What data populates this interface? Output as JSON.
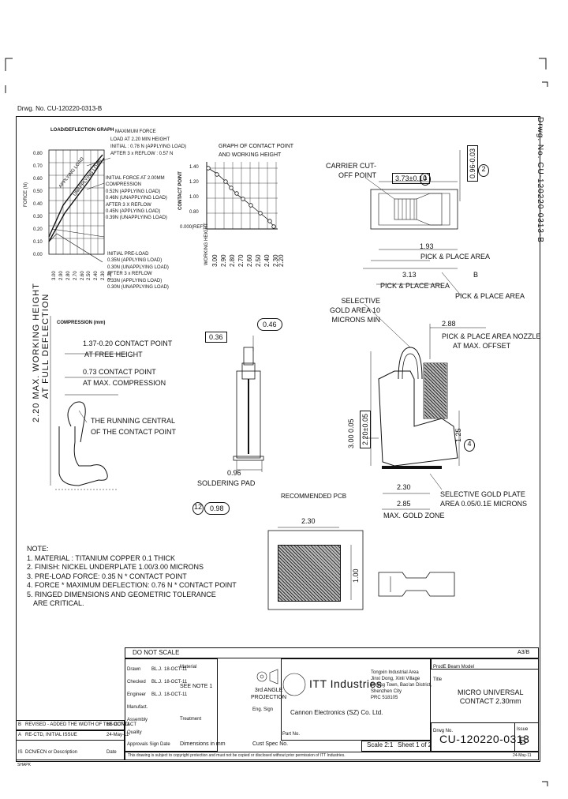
{
  "drawing_number_label": "Drwg. No. CU-120220-0313-B",
  "side_label": "Drwg. No. CU-120220-0313-B",
  "graphs": {
    "load_title": "LOAD/DEFLECTION GRAPH",
    "max_force_label": "MAXIMUM FORCE",
    "load_notes": [
      "LOAD AT 2.20 MIN HEIGHT",
      "INITIAL : 0.78 N (APPLYING LOAD)",
      "AFTER 3 x REFLOW : 0.57 N"
    ],
    "initial_force_notes": [
      "INITIAL FORCE AT 2.00MM",
      "COMPRESSION",
      "0.52N (APPLYING LOAD)",
      "0.46N (UNAPPLYING LOAD)",
      "AFTER 3 X REFLOW",
      "0.45N (APPLYING LOAD)",
      "0.39N (UNAPPLYING LOAD)"
    ],
    "preload_notes": [
      "INITIAL PRE-LOAD",
      "0.35N (APPLYING LOAD)",
      "0.30N (UNAPPLYING LOAD)",
      "AFTER 3 x REFLOW",
      "0.33N (APPLYING LOAD)",
      "0.30N (UNAPPLYING LOAD)"
    ],
    "y_axis_label": "FORCE (N)",
    "y_ticks": [
      "0.80",
      "0.70",
      "0.60",
      "0.50",
      "0.40",
      "0.30",
      "0.20",
      "0.10",
      "0.00"
    ],
    "x_ticks": [
      "3.00",
      "2.90",
      "2.80",
      "2.70",
      "2.60",
      "2.50",
      "2.40",
      "2.30",
      "2.20"
    ],
    "compression_label": "COMPRESSION (mm)",
    "contact_title": [
      "GRAPH OF CONTACT POINT",
      "AND WORKING HEIGHT"
    ],
    "contact_y_label": "CONTACT POINT",
    "contact_y_ticks": [
      "1.40",
      "1.20",
      "1.00",
      "0.80",
      "0.000(REF)"
    ],
    "contact_x_ticks": [
      "3.00",
      "2.90",
      "2.80",
      "2.70",
      "2.60",
      "2.50",
      "2.40",
      "2.30",
      "2.20"
    ],
    "contact_x_axis": "WORKING HEIGHT",
    "curve_labels": [
      "APPLYING LOAD",
      "UNAPPLYING LOAD"
    ]
  },
  "top_view": {
    "carrier_cut": [
      "CARRIER CUT-",
      "OFF POINT"
    ],
    "dim_373": "3.73±0.10",
    "dim_096": "0.96-0.03",
    "dim_193": "1.93",
    "pick_place_1": "PICK & PLACE AREA",
    "dim_313": "3.13",
    "pick_place_2": "PICK & PLACE AREA",
    "pick_place_3": "PICK & PLACE AREA",
    "b_label": "B"
  },
  "side_view": {
    "selective_gold": [
      "SELECTIVE",
      "GOLD AREA 10",
      "MICRONS MIN"
    ],
    "dim_288": "2.88",
    "nozzle": [
      "PICK & PLACE AREA NOZZLE",
      "AT MAX. OFFSET"
    ],
    "dim_300": "3.00 0.05",
    "dim_220": "2.20±0.05",
    "dim_125": "1.25",
    "dim_230": "2.30",
    "dim_285": "2.85",
    "max_gold": "MAX. GOLD ZONE",
    "gold_plate": [
      "SELECTIVE GOLD PLATE",
      "AREA 0.05/0.1E MICRONS"
    ]
  },
  "front_view": {
    "dim_036b": "0.36",
    "dim_046": "0.46",
    "dim_096": "0.96",
    "soldering_pad": "SOLDERING PAD",
    "dim_098": "0.98"
  },
  "contact_view": {
    "height_label": "2.20 MAX. WORKING HEIGHT",
    "full_deflection": "AT FULL DEFLECTION",
    "free_contact": [
      "1.37-0.20 CONTACT POINT",
      "AT FREE HEIGHT"
    ],
    "max_compression": [
      "0.73 CONTACT POINT",
      "AT MAX. COMPRESSION"
    ],
    "running": [
      "THE RUNNING CENTRAL",
      "OF THE CONTACT POINT"
    ]
  },
  "pcb": {
    "title": "RECOMMENDED PCB",
    "dim_230": "2.30",
    "dim_100": "1.00"
  },
  "notes": {
    "title": "NOTE:",
    "items": [
      "1. MATERIAL : TITANIUM COPPER 0.1 THICK",
      "2. FINISH: NICKEL UNDERPLATE 1.00/3.00 MICRONS",
      "3. PRE-LOAD FORCE: 0.35 N * CONTACT POINT",
      "4. FORCE * MAXIMUM DEFLECTION: 0.76 N * CONTACT POINT",
      "5. RINGED DIMENSIONS AND GEOMETRIC TOLERANCE",
      "   ARE CRITICAL."
    ]
  },
  "title_block": {
    "do_not_scale": "DO NOT SCALE",
    "drawn": "Drawn",
    "checked": "Checked",
    "engineer": "Engineer",
    "manufact": "Manufact.",
    "assembly": "Assembly",
    "quality": "Quality",
    "approvals": "Approvals Sign",
    "date_label": "Date",
    "initials": [
      "BL.J.",
      "BL.J.",
      "BL.J."
    ],
    "dates": [
      "18-OCT-11",
      "18-OCT-11",
      "18-OCT-11"
    ],
    "material_label": "Material",
    "see_note": "SEE NOTE 1",
    "treatment_label": "Treatment",
    "dimensions": "Dimensions in mm",
    "projection": [
      "3rd ANGLE",
      "PROJECTION"
    ],
    "eng_sign": "Eng. Sign",
    "cust_spec": "Cust Spec No.",
    "company": "ITT Industries",
    "company_sub": "Cannon Electronics (SZ) Co. Ltd.",
    "address": [
      "Tongxin Industrial Area",
      "Jinxi Dong, Xinli Village",
      "Beijing Town, Bao'an District,",
      "Shenzhen City",
      "PRC 518105"
    ],
    "part_label": "Part No.",
    "prod_label": "ProdE Beam Model",
    "title_label": "Title",
    "title": [
      "MICRO UNIVERSAL",
      "CONTACT 2.30mm"
    ],
    "scale": "Scale 2:1",
    "sheet": "Sheet 1 of 2",
    "drwg_label": "Drwg No.",
    "drwg_no": "CU-120220-0313",
    "rev_label": "Issue",
    "rev": "B",
    "a3b": "A3/B",
    "footer": "This drawing is subject to copyright protection and must not be copied or disclosed without prior permission of ITT Industries.",
    "footer_date": "24-May-11"
  },
  "revisions": [
    {
      "rev": "B",
      "text": "REVISED - ADDED THE WIDTH OF THE CONTACT",
      "date": "18-OCT-11"
    },
    {
      "rev": "A",
      "text": "RE-CTD, INITIAL ISSUE",
      "date": "24-May-11"
    },
    {
      "rev": "IS",
      "text": "DCN/ECN or Description",
      "date": "Date"
    }
  ],
  "stamp": "SHAPK"
}
